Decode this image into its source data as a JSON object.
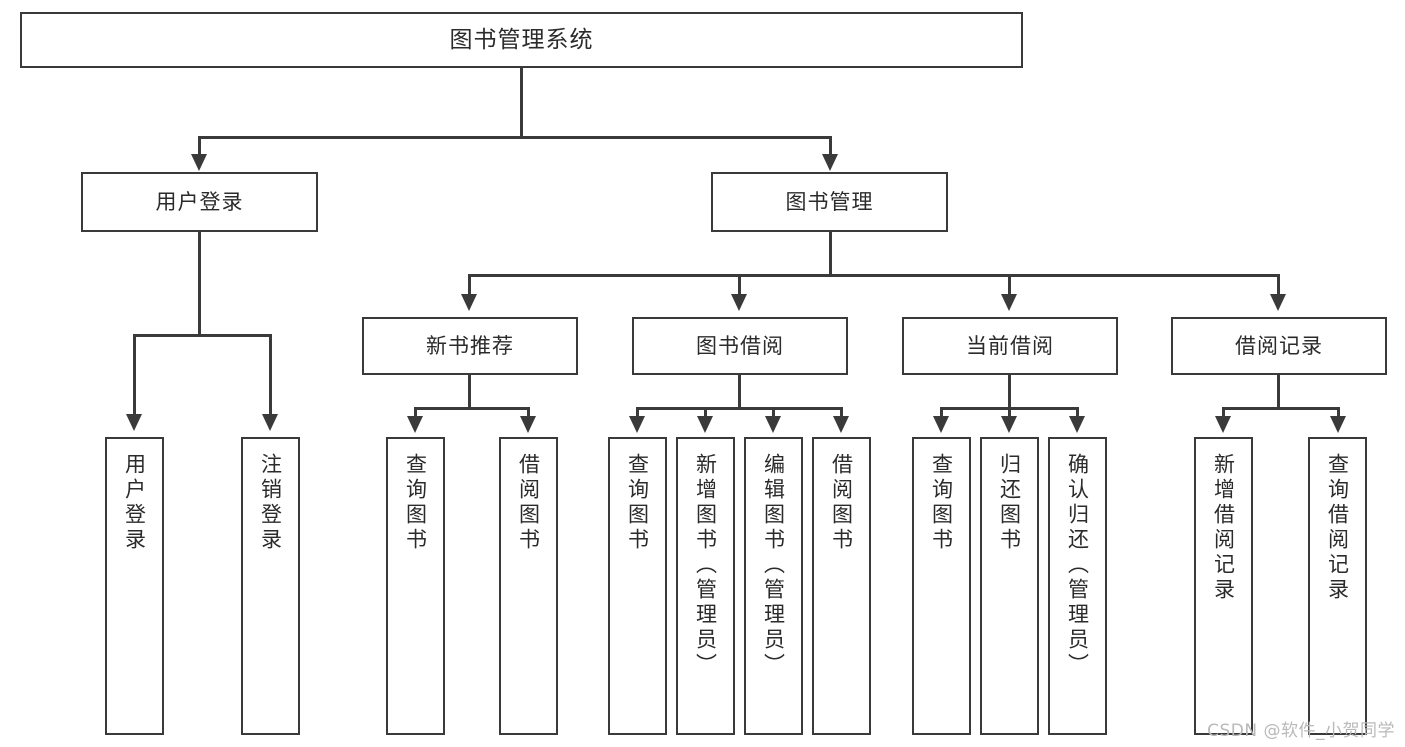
{
  "diagram": {
    "title": "图书管理系统",
    "watermark": "CSDN @软件_小贺同学",
    "nodes": {
      "root": {
        "label": "图书管理系统"
      },
      "level2": [
        {
          "label": "用户登录"
        },
        {
          "label": "图书管理"
        }
      ],
      "level3": [
        {
          "label": "新书推荐"
        },
        {
          "label": "图书借阅"
        },
        {
          "label": "当前借阅"
        },
        {
          "label": "借阅记录"
        }
      ],
      "leaves": {
        "user_login": [
          {
            "label": "用户登录"
          },
          {
            "label": "注销登录"
          }
        ],
        "new_book": [
          {
            "label": "查询图书"
          },
          {
            "label": "借阅图书"
          }
        ],
        "book_borrow": [
          {
            "label": "查询图书"
          },
          {
            "label": "新增图书（管理员）"
          },
          {
            "label": "编辑图书（管理员）"
          },
          {
            "label": "借阅图书"
          }
        ],
        "current_borrow": [
          {
            "label": "查询图书"
          },
          {
            "label": "归还图书"
          },
          {
            "label": "确认归还（管理员）"
          }
        ],
        "borrow_record": [
          {
            "label": "新增借阅记录"
          },
          {
            "label": "查询借阅记录"
          }
        ]
      }
    },
    "colors": {
      "stroke": "#3a3a3a",
      "text": "#2b2b2b",
      "background": "#ffffff",
      "watermark": "#b9b9b9"
    }
  }
}
